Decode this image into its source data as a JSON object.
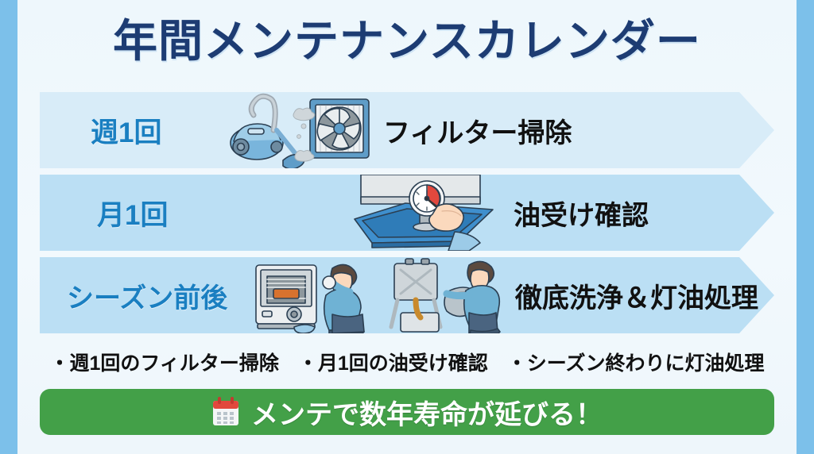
{
  "poster": {
    "title": "年間メンテナンスカレンダー",
    "colors": {
      "outer_border": "#7cc0ea",
      "canvas": "#eef7fc",
      "title_navy": "#1d3c73",
      "row_label_blue": "#1a7fc1",
      "row_band_light": "#d8ecf8",
      "row_band_blue": "#bbdff4",
      "footer_green": "#43a048",
      "body_black": "#111111"
    }
  },
  "rows": [
    {
      "frequency": "週1回",
      "task": "フィルター掃除",
      "illustration": "vacuum-cleaner-and-ventilation-fan"
    },
    {
      "frequency": "月1回",
      "task": "油受け確認",
      "illustration": "oil-pan-gauge-and-hand"
    },
    {
      "frequency": "シーズン前後",
      "task": "徹底洗浄＆灯油処理",
      "illustration": "heater-cleaning-and-kerosene-pouring"
    }
  ],
  "bullets": [
    "・週1回のフィルター掃除",
    "・月1回の油受け確認",
    "・シーズン終わりに灯油処理"
  ],
  "footer": {
    "icon": "calendar-icon",
    "text": "メンテで数年寿命が延びる！"
  }
}
